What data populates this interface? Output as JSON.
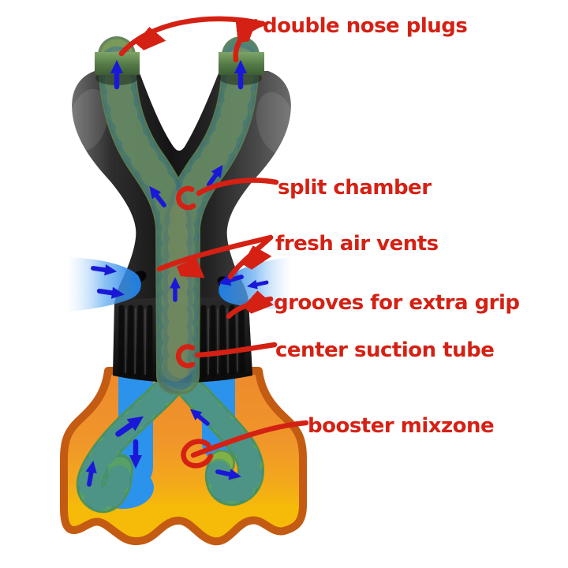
{
  "page": {
    "background": "#ffffff"
  },
  "annotations": {
    "double_nose_plugs": "double nose plugs",
    "split_chamber": "split chamber",
    "fresh_air_vents": "fresh air vents",
    "grooves": "grooves for extra grip",
    "center_suction_tube": "center suction tube",
    "booster_mixzone": "booster mixzone"
  },
  "colors": {
    "annotation_red": "#d42114",
    "flow_arrow_blue": "#1a18d8",
    "air_spray_blue": "#2288ea",
    "liquid_blue": "#2b93ec",
    "flask_border_orange": "#c45b12",
    "flask_fill_top": "#ee8c2b",
    "flask_fill_bottom": "#f6ba09",
    "device_body_dark": "#1c1c1c",
    "tube_green": "#5d7f55",
    "page_bg": "#ffffff"
  }
}
